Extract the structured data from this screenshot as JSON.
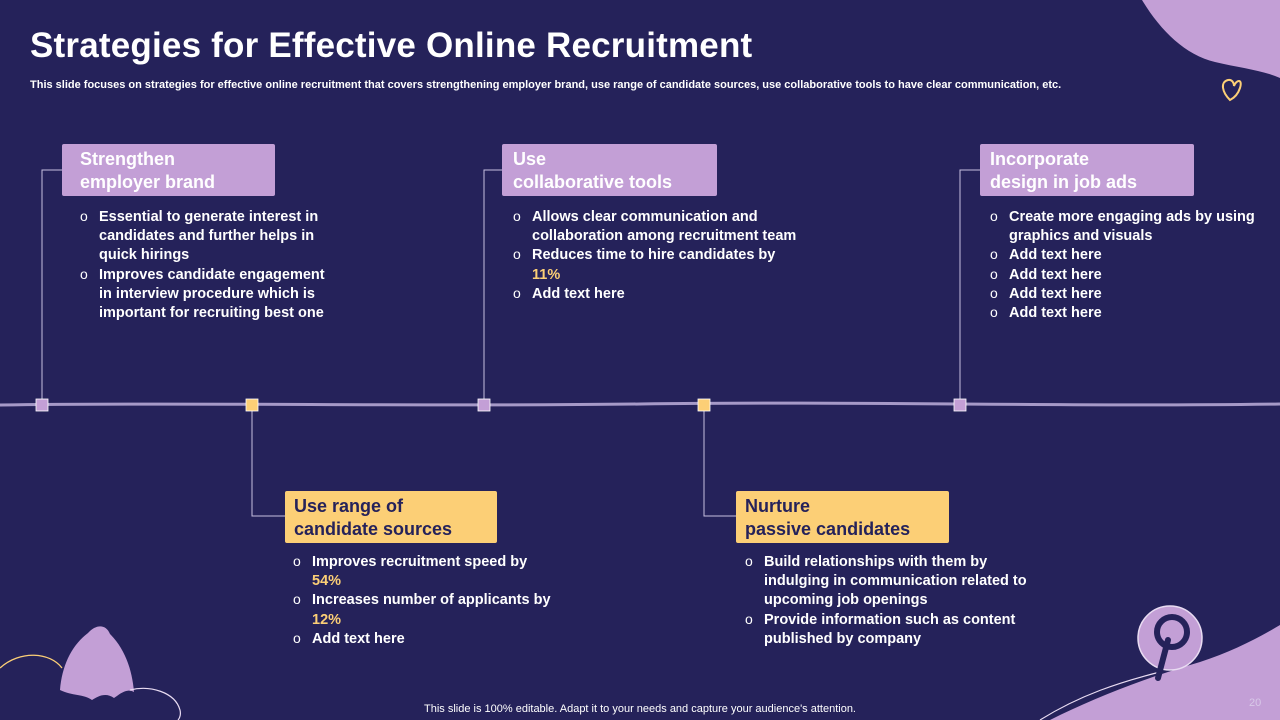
{
  "header": {
    "title": "Strategies for Effective Online Recruitment",
    "subtitle": "This slide focuses on strategies for effective online recruitment that covers strengthening employer brand, use range of candidate sources, use collaborative tools to have clear communication, etc."
  },
  "colors": {
    "background": "#25225a",
    "purple": "#c39fd6",
    "yellow": "#fccf76"
  },
  "icons": [
    "heart-icon",
    "ghost-icon",
    "pinterest-icon"
  ],
  "steps": [
    {
      "title_line1": "Strengthen",
      "title_line2": "employer brand",
      "bullets": [
        "Essential to generate interest in candidates and further helps in quick hirings",
        "Improves candidate engagement in interview procedure which is important for recruiting best one"
      ]
    },
    {
      "title_line1": "Use range of",
      "title_line2": "candidate sources",
      "bullets": [
        {
          "text": "Improves recruitment speed by",
          "highlight": "54%"
        },
        {
          "text": "Increases number of applicants by",
          "highlight": "12%"
        },
        "Add text here"
      ]
    },
    {
      "title_line1": "Use",
      "title_line2": "collaborative tools",
      "bullets": [
        "Allows clear communication and collaboration among recruitment team",
        {
          "text": "Reduces time to hire candidates by",
          "highlight": "11%"
        },
        "Add text here"
      ]
    },
    {
      "title_line1": "Nurture",
      "title_line2": "passive candidates",
      "bullets": [
        "Build relationships with them by indulging in communication related to upcoming job openings",
        "Provide information such as content published by company"
      ]
    },
    {
      "title_line1": "Incorporate",
      "title_line2": "design in job ads",
      "bullets": [
        "Create more engaging ads by using graphics and visuals",
        "Add text here",
        "Add text here",
        "Add text here",
        "Add text here"
      ]
    }
  ],
  "footer": {
    "note": "This slide is 100% editable. Adapt it to your needs and capture your audience's attention.",
    "page_number": "20"
  }
}
